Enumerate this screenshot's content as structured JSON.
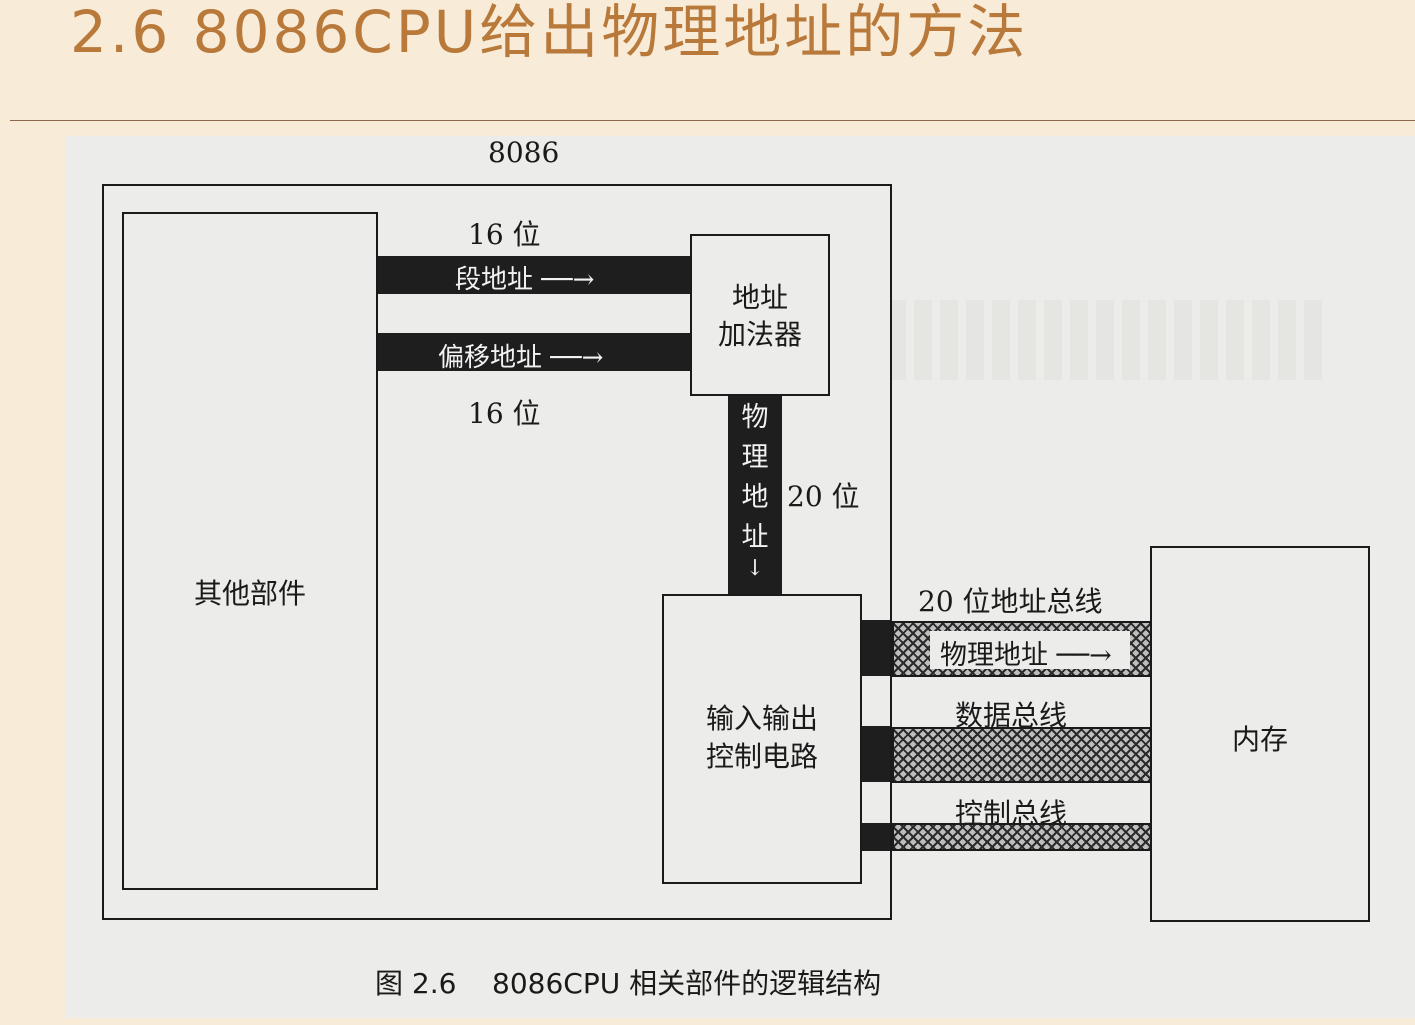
{
  "slide": {
    "title": "2.6 8086CPU给出物理地址的方法"
  },
  "colors": {
    "title": "#b8793a",
    "background": "#f8ecd8",
    "figure_background": "#ececea",
    "line": "#1a1a1a"
  },
  "diagram": {
    "cpu_label": "8086",
    "other_parts": "其他部件",
    "adder_line1": "地址",
    "adder_line2": "加法器",
    "top_width_label": "16 位",
    "segment_address": "段地址",
    "offset_address": "偏移地址",
    "bottom_width_label": "16 位",
    "physical_address_vertical": [
      "物",
      "理",
      "地",
      "址"
    ],
    "physical_width_label": "20 位",
    "io_line1": "输入输出",
    "io_line2": "控制电路",
    "address_bus_label": "20 位地址总线",
    "physical_address": "物理地址",
    "data_bus": "数据总线",
    "control_bus": "控制总线",
    "memory": "内存",
    "caption": "图 2.6    8086CPU 相关部件的逻辑结构"
  }
}
